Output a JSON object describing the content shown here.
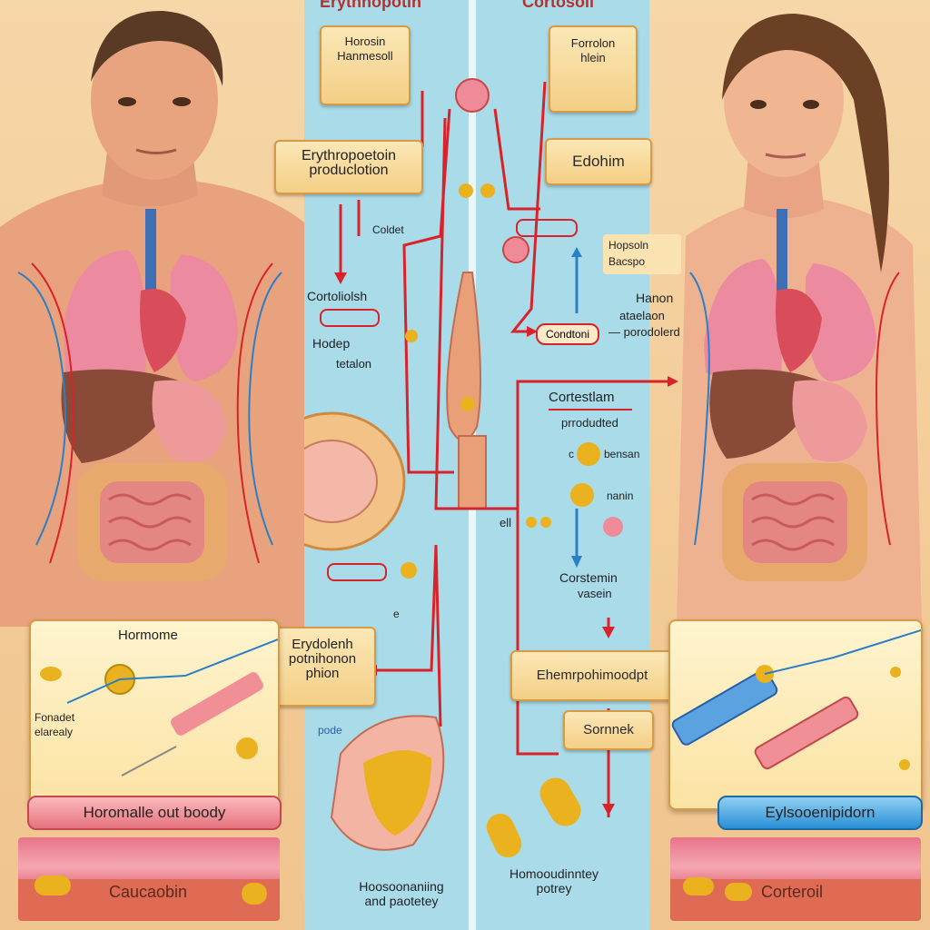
{
  "header": {
    "left_title": "Erythnopotin",
    "right_title": "Cortosoll"
  },
  "boxes": {
    "top_left": {
      "line1": "Horosin",
      "line2": "Hanmesoll"
    },
    "top_right": {
      "line1": "Forrolon",
      "line2": "hlein"
    },
    "erythro_production": {
      "line1": "Erythropoetoin",
      "line2": "produclotion"
    },
    "edohim": "Edohim",
    "erythro_potion": {
      "line1": "Erydolenh",
      "line2": "potnihonon",
      "line3": "phion"
    },
    "enhance": "Ehemrpohimoodpt",
    "sornnek": "Sornnek"
  },
  "labels": {
    "coldet": "Coldet",
    "cortolioish": "Cortoliolsh",
    "hodepu": "Hodep",
    "teteiion": "tetalon",
    "condtoni": "Condtoni",
    "ce": "e",
    "pode": "pode",
    "hanon": "Hanon",
    "ataolaon": "ataelaon",
    "porodolerd": "— porodolerd",
    "cortestlam": "Cortestlam",
    "produdtel": "prrodudted",
    "c_bendan": "bensan",
    "c_letter": "c",
    "hnnin": "nanin",
    "ell": "ell",
    "corstemin": "Corstemin",
    "vasem": "vasein",
    "hoposin": "Hopsoln",
    "baespo": "Bacspo",
    "homeo_left": {
      "line1": "Hoosoonaniing",
      "line2": "and paotetey"
    },
    "homeo_right": {
      "line1": "Homooudinntey",
      "line2": "potrey"
    }
  },
  "left_card": {
    "hormone": "Hormome",
    "forradet": "Fonadet",
    "elarealy": "elarealy"
  },
  "banners": {
    "left": "Horomalle out boody",
    "right": "Eylsooenipidorn"
  },
  "tissues": {
    "left": "Caucaobin",
    "right": "Corteroil"
  },
  "colors": {
    "red": "#d8232a",
    "blue": "#2a7fc6",
    "panel": "#a9dbe9",
    "gold": "#e9b21e"
  }
}
